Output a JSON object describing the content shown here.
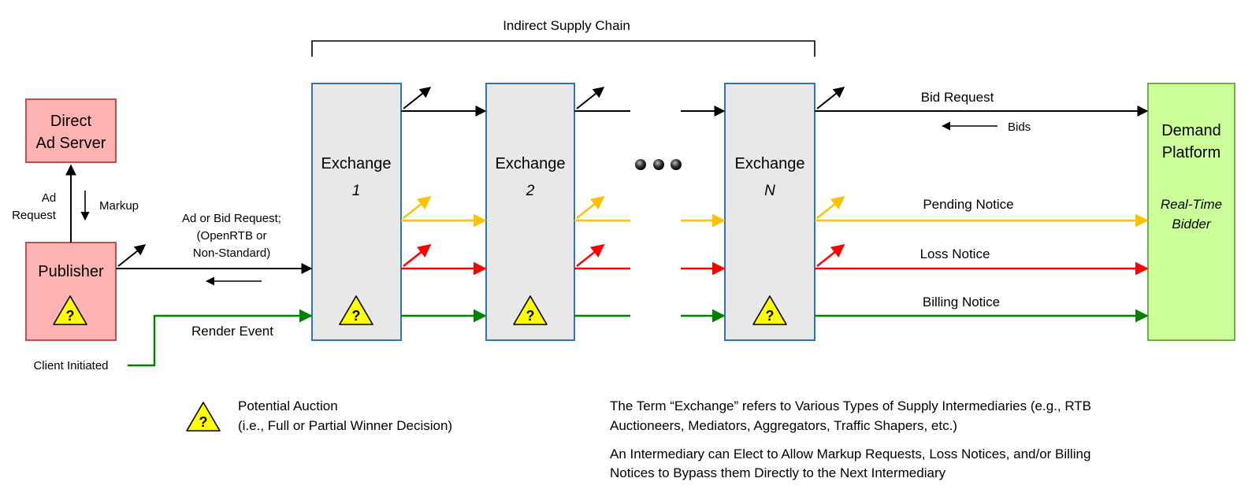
{
  "header": {
    "bracket_label": "Indirect Supply Chain"
  },
  "nodes": {
    "direct_ad_server": {
      "line1": "Direct",
      "line2": "Ad Server"
    },
    "publisher": {
      "label": "Publisher"
    },
    "exchanges": [
      {
        "title": "Exchange",
        "num": "1"
      },
      {
        "title": "Exchange",
        "num": "2"
      },
      {
        "title": "Exchange",
        "num": "N"
      }
    ],
    "demand_platform": {
      "line1": "Demand",
      "line2": "Platform",
      "sub1": "Real-Time",
      "sub2": "Bidder"
    }
  },
  "labels": {
    "ad_request_1": "Ad",
    "ad_request_2": "Request",
    "markup": "Markup",
    "ad_or_bid_1": "Ad or Bid Request;",
    "ad_or_bid_2": "(OpenRTB or",
    "ad_or_bid_3": "Non-Standard)",
    "render_event": "Render Event",
    "client_initiated": "Client Initiated",
    "bid_request": "Bid Request",
    "bids": "Bids",
    "pending_notice": "Pending Notice",
    "loss_notice": "Loss Notice",
    "billing_notice": "Billing Notice"
  },
  "legend": {
    "auction_symbol": "?",
    "auction_1": "Potential Auction",
    "auction_2": "(i.e., Full or Partial Winner Decision)"
  },
  "notes": {
    "term_1": "The Term “Exchange” refers to Various Types of Supply Intermediaries (e.g., RTB",
    "term_2": "Auctioneers, Mediators, Aggregators, Traffic Shapers, etc.)",
    "bypass_1": "An Intermediary can Elect to Allow Markup Requests, Loss Notices, and/or Billing",
    "bypass_2": "Notices to Bypass them Directly to the Next Intermediary"
  },
  "colors": {
    "black": "#000000",
    "yellow": "#FFC000",
    "red": "#FF0000",
    "green": "#008000",
    "pink_fill": "#FFB3B3",
    "pink_stroke": "#C0504D",
    "exchange_fill": "#E8E8E8",
    "exchange_stroke": "#2E75B6",
    "demand_fill": "#CCFF99",
    "demand_stroke": "#70AD47",
    "warning_fill": "#FFFF00"
  }
}
